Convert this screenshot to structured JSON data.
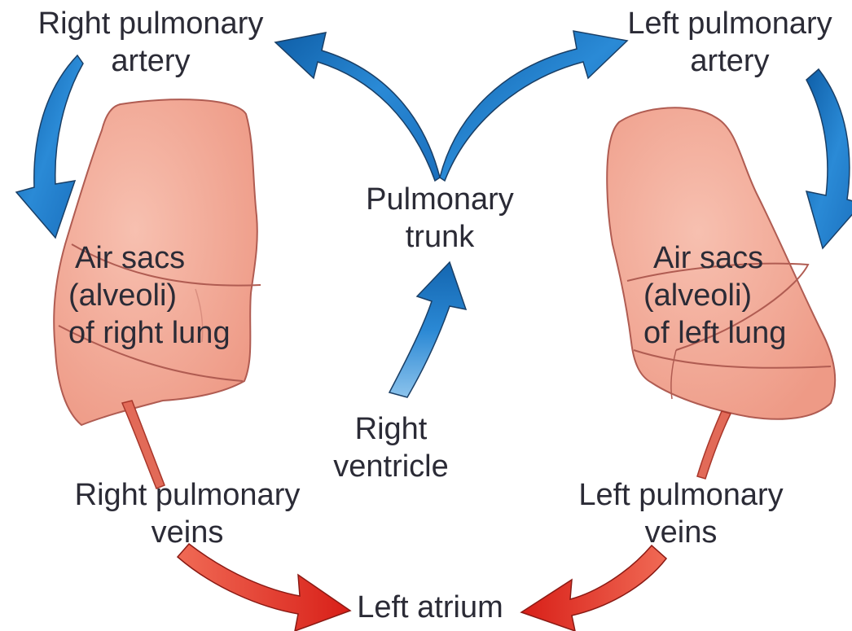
{
  "labels": {
    "right_pulmonary_artery": [
      "Right pulmonary",
      "artery"
    ],
    "left_pulmonary_artery": [
      "Left pulmonary",
      "artery"
    ],
    "pulmonary_trunk": [
      "Pulmonary",
      "trunk"
    ],
    "right_lung": [
      "Air sacs",
      "(alveoli)",
      "of right lung"
    ],
    "left_lung": [
      "Air sacs",
      "(alveoli)",
      "of left lung"
    ],
    "right_ventricle": [
      "Right",
      "ventricle"
    ],
    "right_pulmonary_veins": [
      "Right pulmonary",
      "veins"
    ],
    "left_pulmonary_veins": [
      "Left pulmonary",
      "veins"
    ],
    "left_atrium": "Left atrium"
  },
  "colors": {
    "deoxygenated_arrow": "#1f7cc8",
    "oxygenated_arrow": "#e02a22",
    "lung_fill": "#f3aa98",
    "lung_stroke": "#b05c52",
    "text": "#2b2b36"
  }
}
